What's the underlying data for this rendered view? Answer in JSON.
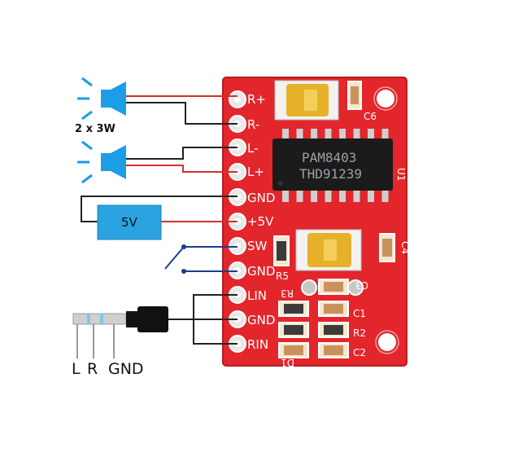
{
  "speaker_label": "2 x 3W",
  "power_label": "5V",
  "jack_labels": [
    "L",
    "R",
    "GND"
  ],
  "chip": {
    "line1": "PAM8403",
    "line2": "THD91239"
  },
  "pins": [
    "R+",
    "R-",
    "L-",
    "L+",
    "GND",
    "+5V",
    "SW",
    "GND",
    "LIN",
    "GND",
    "RIN"
  ],
  "silkscreen": {
    "c6": "C6",
    "u1": "U1",
    "r5": "R5",
    "c3": "C3",
    "r3": "R3",
    "c4": "C4",
    "c1": "C1",
    "r2": "R2",
    "c2": "C2",
    "d1": "D1"
  },
  "colors": {
    "pcb": "#e3262b",
    "wire_red": "#d0312d",
    "wire_black": "#222222",
    "wire_blue": "#1f3c88",
    "speaker_blue": "#1b9ee6",
    "power_box": "#2aa3e0",
    "cap_yellow": "#e6b128",
    "chip_black": "#1b1b1b"
  },
  "icons": [
    "speaker-icon",
    "switch-icon",
    "audio-jack-icon"
  ]
}
